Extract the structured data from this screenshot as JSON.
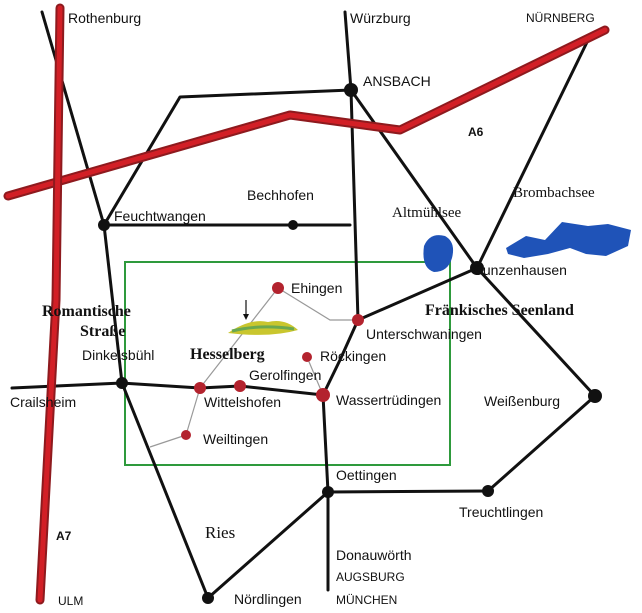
{
  "colors": {
    "motorway": "#d21f26",
    "motorway_edge": "#8e1a1e",
    "road": "#111111",
    "region_border": "#2e9a3c",
    "lake": "#1f53b8",
    "local_town": "#b3232e",
    "local_road": "#999999"
  },
  "motorways": {
    "a6": "A6",
    "a7": "A7"
  },
  "towns": {
    "rothenburg": "Rothenburg",
    "wuerzburg": "Würzburg",
    "nuernberg": "NÜRNBERG",
    "ansbach": "ANSBACH",
    "bechhofen": "Bechhofen",
    "feuchtwangen": "Feuchtwangen",
    "dinkelsbuehl": "Dinkelsbühl",
    "crailsheim": "Crailsheim",
    "gunzenhausen": "Gunzenhausen",
    "weissenburg": "Weißenburg",
    "treuchtlingen": "Treuchtlingen",
    "oettingen": "Oettingen",
    "noerdlingen": "Nördlingen",
    "donauwoerth": "Donauwörth",
    "augsburg": "AUGSBURG",
    "muenchen": "MÜNCHEN",
    "ulm": "ULM"
  },
  "local_places": {
    "ehingen": "Ehingen",
    "unterschwaningen": "Unterschwaningen",
    "roeckingen": "Röckingen",
    "gerolfingen": "Gerolfingen",
    "wittelshofen": "Wittelshofen",
    "wassertruedingen": "Wassertrüdingen",
    "weiltingen": "Weiltingen"
  },
  "regions": {
    "romantische_1": "Romantische",
    "romantische_2": "Straße",
    "hesselberg": "Hesselberg",
    "fraenkisches_seenland": "Fränkisches Seenland",
    "altmuehlsee": "Altmühlsee",
    "brombachsee": "Brombachsee",
    "ries": "Ries"
  },
  "icons": {
    "hesselberg_logo": "hesselberg-mountain-logo-icon"
  }
}
